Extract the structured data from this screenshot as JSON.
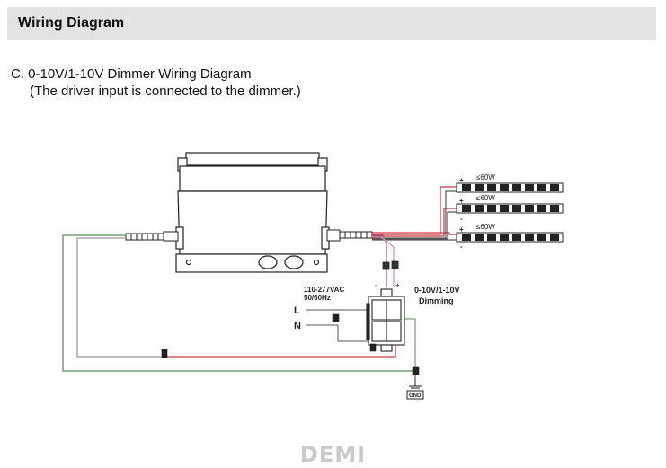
{
  "header": {
    "title": "Wiring Diagram"
  },
  "section": {
    "title": "C. 0-10V/1-10V Dimmer Wiring Diagram",
    "note": "(The driver input is connected to the dimmer.)"
  },
  "diagram": {
    "strips": [
      {
        "label": "≤60W"
      },
      {
        "label": "≤60W"
      },
      {
        "label": "≤60W"
      }
    ],
    "polarity": {
      "plus": "+",
      "minus": "-"
    },
    "dimmer": {
      "voltage": "110-277VAC",
      "frequency": "50/60Hz",
      "title_line1": "0-10V/1-10V",
      "title_line2": "Dimming",
      "line_label": "L",
      "neutral_label": "N"
    },
    "ground_label": "GND",
    "colors": {
      "green_wire": "#5a8a5a",
      "red_wire": "#cc3a3a",
      "gray_wire": "#9a9a9a",
      "purple_wire": "#8a5aa8",
      "pink_wire": "#e08aa0",
      "line_art": "#222222"
    }
  },
  "watermark": "DEMI"
}
